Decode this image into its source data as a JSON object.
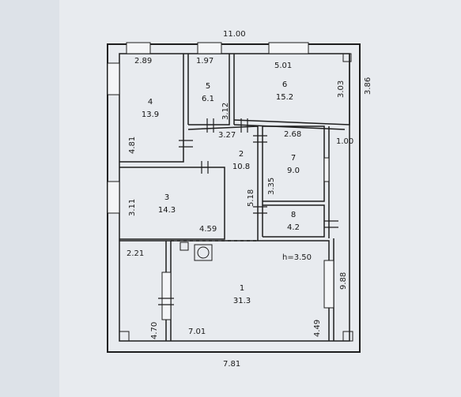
{
  "plan": {
    "outer_width_top": "11.00",
    "outer_width_bottom": "7.81",
    "outer_height_right": "3.86",
    "ceiling_height": "h=3.50"
  },
  "rooms": [
    {
      "id": "1",
      "number": "1",
      "area": "31.3"
    },
    {
      "id": "2",
      "number": "2",
      "area": "10.8"
    },
    {
      "id": "3",
      "number": "3",
      "area": "14.3"
    },
    {
      "id": "4",
      "number": "4",
      "area": "13.9"
    },
    {
      "id": "5",
      "number": "5",
      "area": "6.1"
    },
    {
      "id": "6",
      "number": "6",
      "area": "15.2"
    },
    {
      "id": "7",
      "number": "7",
      "area": "9.0"
    },
    {
      "id": "8",
      "number": "8",
      "area": "4.2"
    }
  ],
  "dimensions": {
    "room4_width": "2.89",
    "room4_height": "4.81",
    "room5_width": "1.97",
    "room5_height": "3.12",
    "room6_width": "5.01",
    "room6_height": "3.03",
    "room7_width": "2.68",
    "room7_height": "3.35",
    "corridor_width": "3.27",
    "corridor_height": "5.18",
    "room3_height": "3.11",
    "room3_width": "4.59",
    "porch_width": "2.21",
    "porch_height": "4.70",
    "room1_width": "7.01",
    "room1_height": "4.49",
    "room1_right_height": "9.88",
    "right_strip_width": "1.00"
  }
}
